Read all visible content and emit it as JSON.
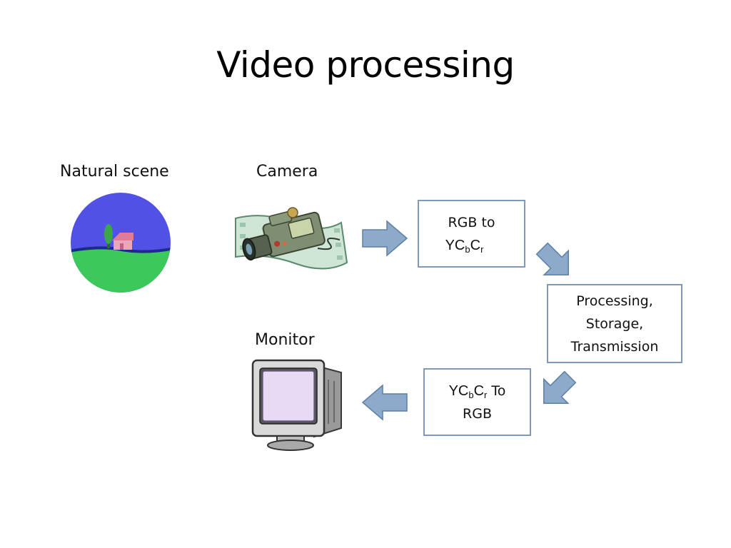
{
  "slide": {
    "title": "Video processing"
  },
  "labels": {
    "natural_scene": "Natural scene",
    "camera": "Camera",
    "monitor": "Monitor"
  },
  "boxes": {
    "rgb_to_ycc": {
      "line1": "RGB to",
      "y": "Y",
      "c1": "C",
      "b": "b",
      "c2": "C",
      "r": "r"
    },
    "processing": {
      "line1": "Processing,",
      "line2": "Storage,",
      "line3": "Transmission"
    },
    "ycc_to_rgb": {
      "y": "Y",
      "c1": "C",
      "b": "b",
      "c2": "C",
      "r": "r",
      "to": " To",
      "line2": "RGB"
    }
  },
  "colors": {
    "arrow_fill": "#8eaacb",
    "arrow_stroke": "#5c7fa6",
    "box_border": "#7f9ab7",
    "sky": "#5151e6",
    "grass": "#3cc85a"
  },
  "icons": {
    "natural_scene": "landscape-icon",
    "camera": "video-camera-icon",
    "monitor": "crt-monitor-icon"
  }
}
